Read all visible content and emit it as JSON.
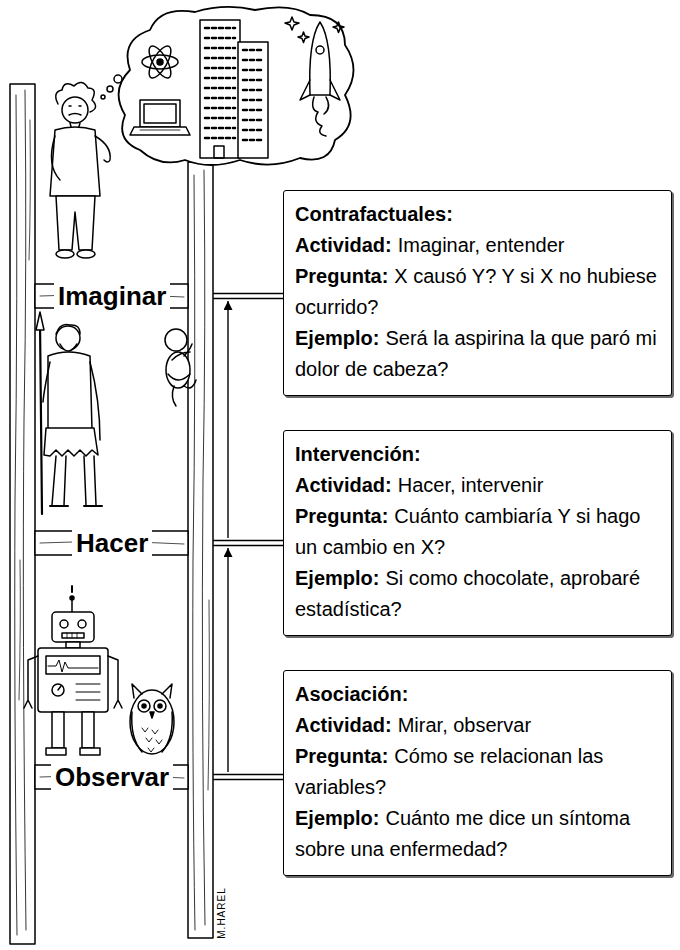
{
  "diagram": {
    "nodes": [
      {
        "text": [
          "Imaginar"
        ]
      },
      {
        "text": [
          "Contrafactuales:",
          "Actividad:",
          "Imaginar, entender",
          "Pregunta:",
          "X causó Y? Y si X no hubiese ocurrido?",
          "Ejemplo:",
          "Será la aspirina la que paró mi dolor de cabeza?"
        ]
      },
      {
        "text": [
          "Hacer"
        ]
      },
      {
        "text": [
          "Intervención:",
          "Actividad:",
          "Hacer, intervenir",
          "Pregunta:",
          "Cuánto cambiaría Y si hago un cambio en X?",
          "Ejemplo:",
          "Si como chocolate, aprobaré estadística?"
        ]
      },
      {
        "text": [
          "Observar"
        ]
      },
      {
        "text": [
          "Asociación:",
          "Actividad:",
          "Mirar, observar",
          "Pregunta:",
          "Cómo se relacionan las variables?",
          "Ejemplo:",
          "Cuánto me dice un síntoma sobre una enfermedad?"
        ]
      }
    ],
    "edges": [
      {
        "from": 0,
        "to": 1,
        "arrow": "none"
      },
      {
        "from": 2,
        "to": 3,
        "arrow": "none"
      },
      {
        "from": 4,
        "to": 5,
        "arrow": "none"
      },
      {
        "from": 4,
        "to": 2,
        "arrow": "to"
      },
      {
        "from": 2,
        "to": 0,
        "arrow": "to"
      }
    ],
    "labels": [
      "M.HAREL"
    ]
  }
}
